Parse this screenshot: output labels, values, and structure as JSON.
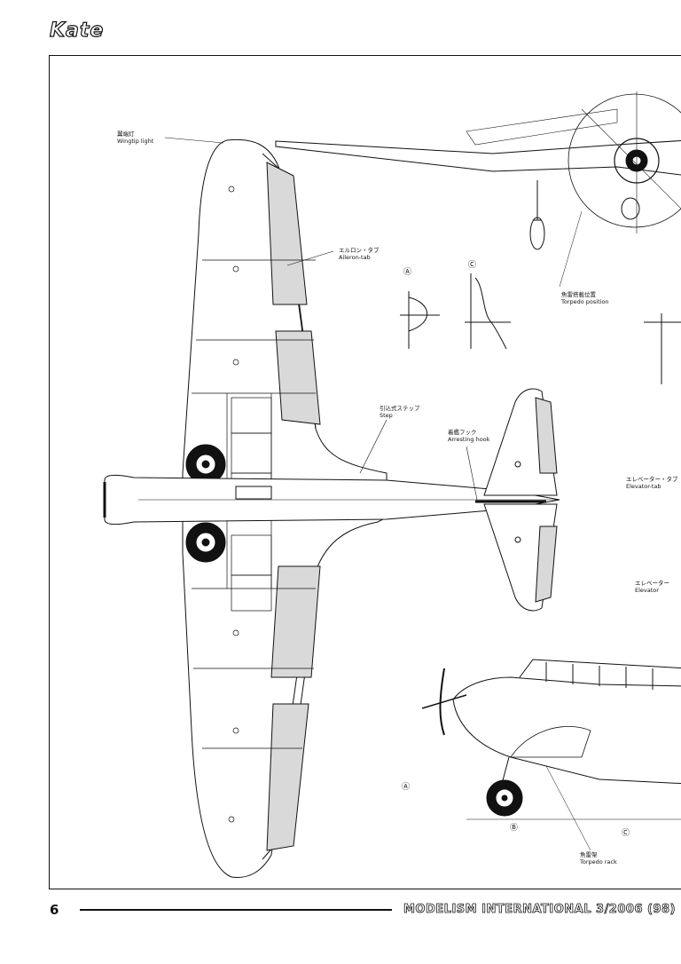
{
  "page": {
    "title": "Kate",
    "page_number": "6",
    "publication": "MODELISM INTERNATIONAL 3/2006 (98)"
  },
  "labels": {
    "wingtip_jp": "翼端灯",
    "wingtip_en": "Wingtip light",
    "aileron_tab_jp": "エルロン・タブ",
    "aileron_tab_en": "Aileron-tab",
    "torpedo_pos_jp": "魚雷搭載位置",
    "torpedo_pos_en": "Torpedo position",
    "step_jp": "引込式ステップ",
    "step_en": "Step",
    "hook_jp": "着艦フック",
    "hook_en": "Arresting hook",
    "elevator_tab_jp": "エレベーター・タブ",
    "elevator_tab_en": "Elevator-tab",
    "elevator_jp": "エレベーター",
    "elevator_en": "Elevator",
    "torpedo_rack_jp": "魚雷架",
    "torpedo_rack_en": "Torpedo rack",
    "section_a": "Ⓐ",
    "section_b": "Ⓑ",
    "section_c": "Ⓒ"
  },
  "colors": {
    "line": "#111111",
    "shade": "#d9d9d9"
  }
}
